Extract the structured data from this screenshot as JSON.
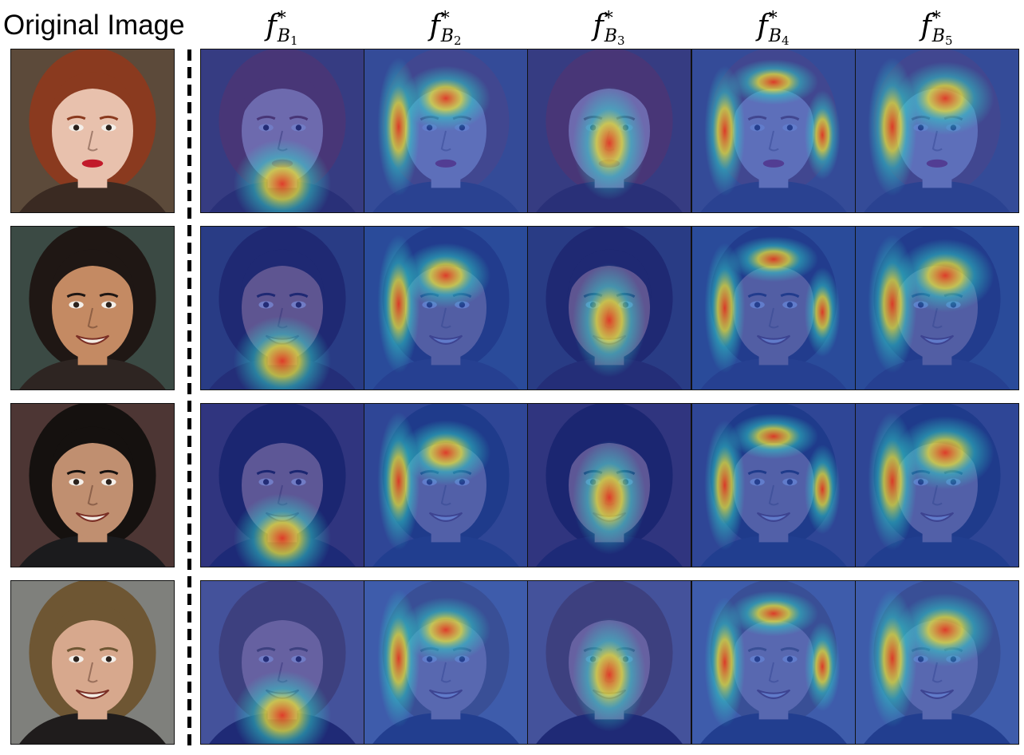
{
  "header": {
    "original_label": "Original Image",
    "columns": [
      {
        "base": "f",
        "sup": "*",
        "sub_letter": "B",
        "sub_index": "1"
      },
      {
        "base": "f",
        "sup": "*",
        "sub_letter": "B",
        "sub_index": "2"
      },
      {
        "base": "f",
        "sup": "*",
        "sub_letter": "B",
        "sub_index": "3"
      },
      {
        "base": "f",
        "sup": "*",
        "sub_letter": "B",
        "sub_index": "4"
      },
      {
        "base": "f",
        "sup": "*",
        "sub_letter": "B",
        "sub_index": "5"
      }
    ]
  },
  "rows": [
    {
      "subject": "woman-red-hair",
      "skin": "#e8c1ad",
      "hair": "#8a3a1f",
      "bg": "#5c4a3a",
      "shirt": "#3a2a22"
    },
    {
      "subject": "woman-smiling-dark-hair",
      "skin": "#c48a63",
      "hair": "#1f1714",
      "bg": "#3b4a44",
      "shirt": "#2e2522"
    },
    {
      "subject": "man-dark-hair",
      "skin": "#c08f70",
      "hair": "#15110f",
      "bg": "#4d3634",
      "shirt": "#1b1b1d"
    },
    {
      "subject": "man-light-hair",
      "skin": "#d7a88d",
      "hair": "#6e5633",
      "bg": "#7f807c",
      "shirt": "#1f1c1c"
    }
  ],
  "heatmap_palette": [
    "#1e1ea0",
    "#2a7fe0",
    "#2fd0c8",
    "#e8e23a",
    "#e83a20"
  ]
}
